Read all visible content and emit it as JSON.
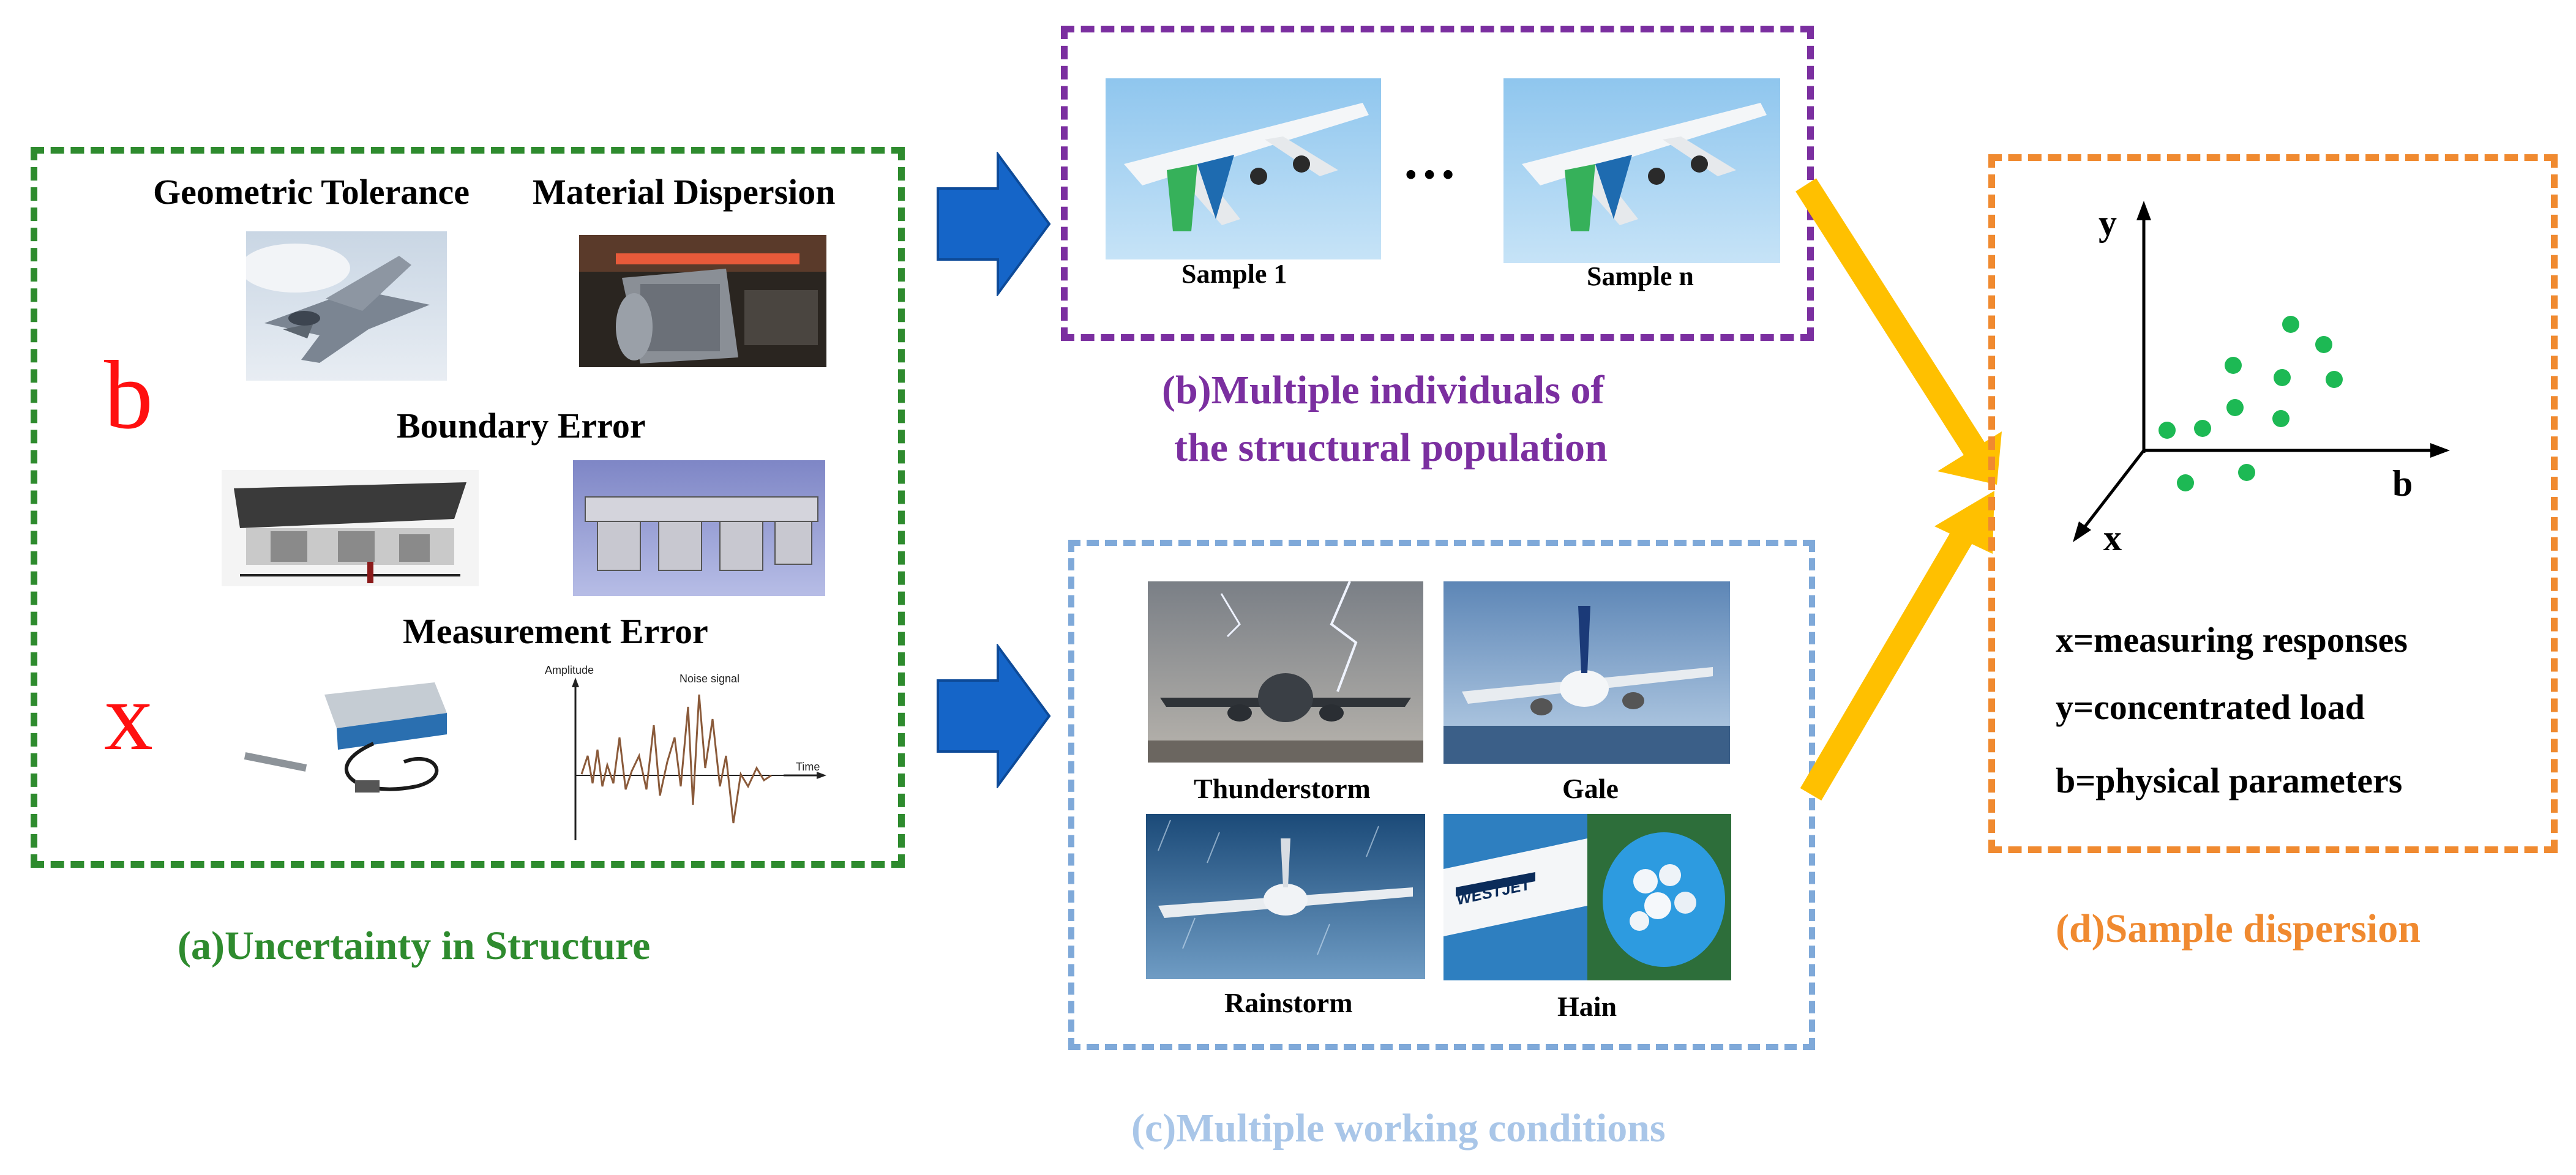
{
  "panel_a": {
    "caption": "(a)Uncertainty in Structure",
    "labels": {
      "geometric": "Geometric Tolerance",
      "material": "Material Dispersion",
      "boundary": "Boundary Error",
      "measurement": "Measurement Error"
    },
    "letter_b": "b",
    "letter_x": "x",
    "noise_plot": {
      "ylabel": "Amplitude",
      "title": "Noise signal",
      "xlabel": "Time"
    }
  },
  "panel_b": {
    "caption_line1": "(b)Multiple individuals of",
    "caption_line2": "the structural population",
    "sample_1": "Sample 1",
    "sample_n": "Sample n",
    "ellipsis": "…"
  },
  "panel_c": {
    "caption": "(c)Multiple working conditions",
    "conditions": [
      "Thunderstorm",
      "Gale",
      "Rainstorm",
      "Hain"
    ],
    "westjet_text": "WESTJET"
  },
  "panel_d": {
    "caption": "(d)Sample dispersion",
    "axes": {
      "y": "y",
      "x": "x",
      "b": "b"
    },
    "legend": [
      "x=measuring responses",
      "y=concentrated load",
      "b=physical parameters"
    ]
  },
  "colors": {
    "green": "#2e8b2e",
    "purple": "#7b2fa0",
    "light_blue": "#7fa9d9",
    "orange": "#f08a30",
    "blue_arrow": "#1565c8",
    "yellow_arrow": "#ffc000",
    "red": "#ff1010",
    "dot_green": "#1db954"
  }
}
